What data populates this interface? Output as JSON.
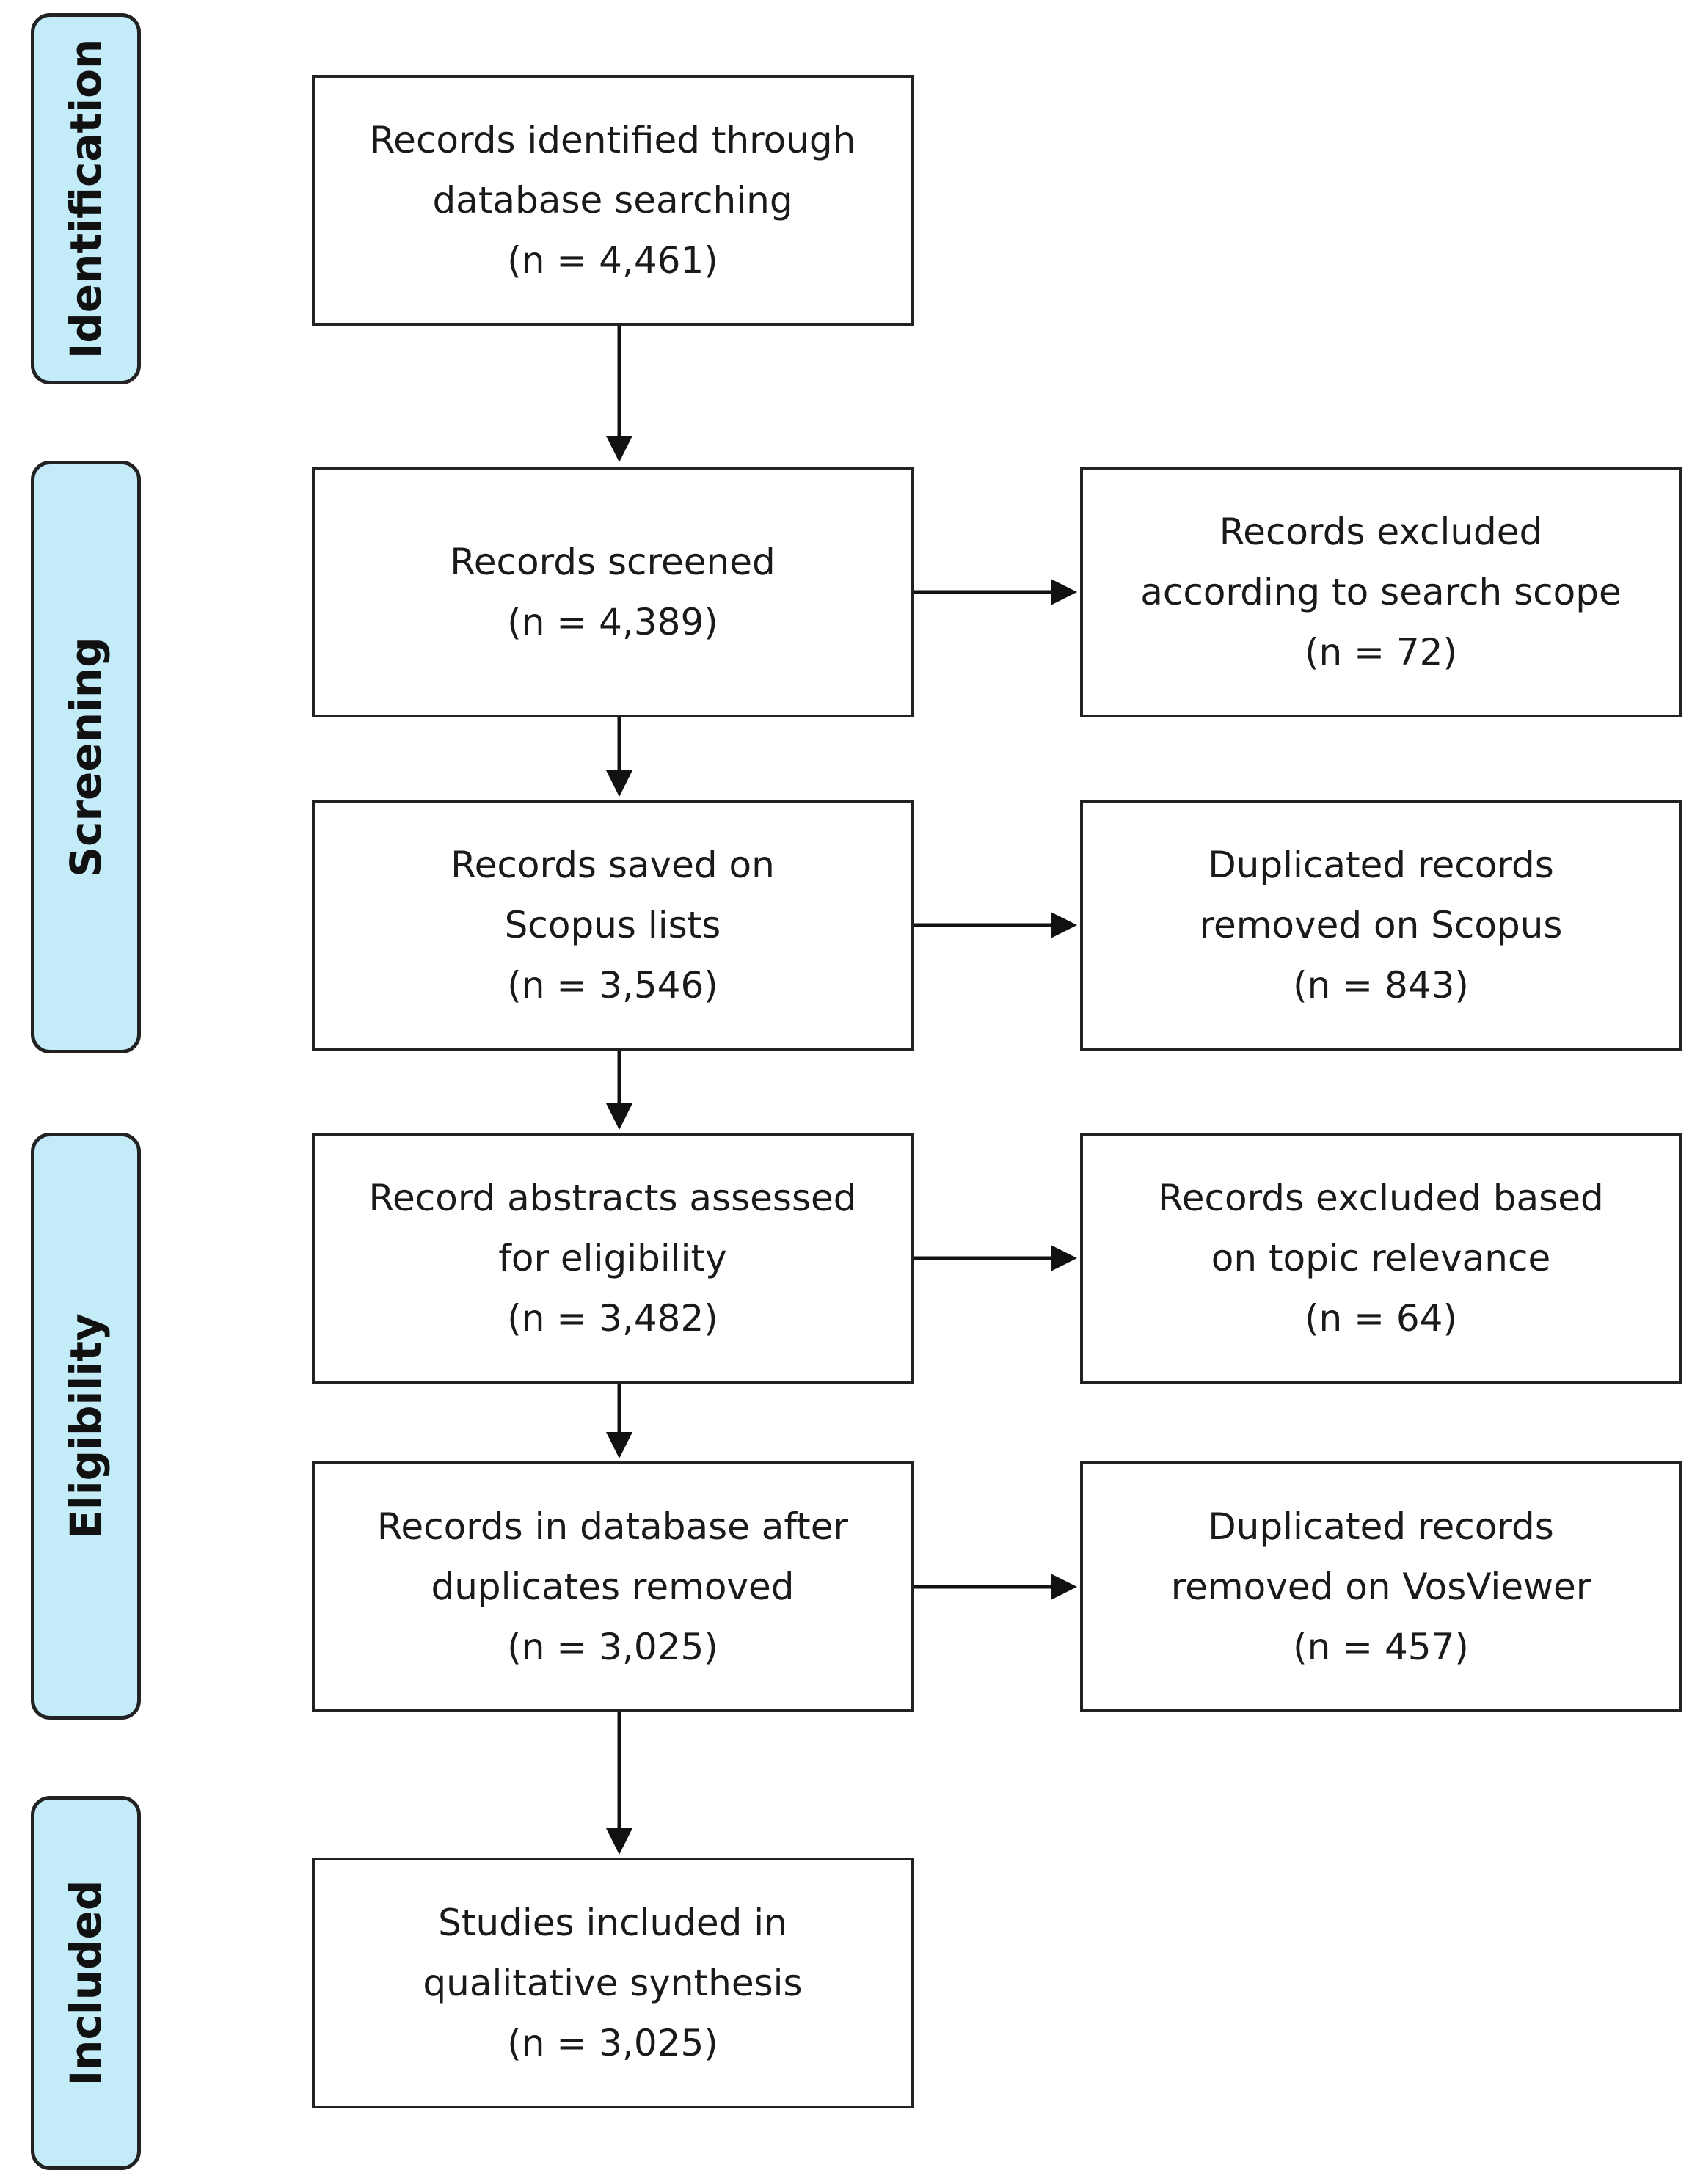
{
  "phases": {
    "identification": "Identification",
    "screening": "Screening",
    "eligibility": "Eligibility",
    "included": "Included"
  },
  "boxes": {
    "identified": {
      "line1": "Records identified through",
      "line2": "database searching",
      "count": "(n = 4,461)"
    },
    "screened": {
      "line1": "Records screened",
      "count": "(n = 4,389)"
    },
    "excluded_scope": {
      "line1": "Records excluded",
      "line2": "according to search scope",
      "count": "(n = 72)"
    },
    "saved": {
      "line1": "Records saved on",
      "line2": "Scopus lists",
      "count": "(n = 3,546)"
    },
    "dup_scopus": {
      "line1": "Duplicated records",
      "line2": "removed on Scopus",
      "count": "(n = 843)"
    },
    "abstracts": {
      "line1": "Record abstracts assessed",
      "line2": "for eligibility",
      "count": "(n = 3,482)"
    },
    "excluded_topic": {
      "line1": "Records excluded based",
      "line2": "on topic relevance",
      "count": "(n = 64)"
    },
    "after_dup": {
      "line1": "Records in database after",
      "line2": "duplicates removed",
      "count": "(n = 3,025)"
    },
    "dup_vos": {
      "line1": "Duplicated records",
      "line2": "removed on VosViewer",
      "count": "(n = 457)"
    },
    "included": {
      "line1": "Studies included in",
      "line2": "qualitative synthesis",
      "count": "(n = 3,025)"
    }
  }
}
